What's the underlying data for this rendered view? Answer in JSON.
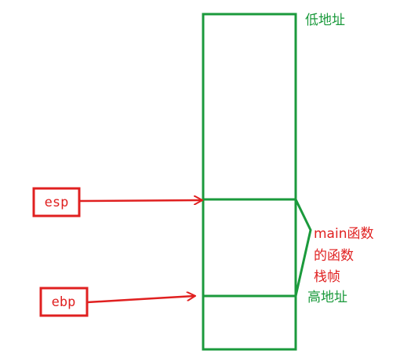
{
  "stack": {
    "low_address_label": "低地址",
    "high_address_label": "高地址"
  },
  "registers": {
    "esp_label": "esp",
    "ebp_label": "ebp"
  },
  "frame_annotation": {
    "line1": "main函数",
    "line2": "的函数",
    "line3": "栈帧"
  },
  "colors": {
    "stack_green": "#1b9a3c",
    "pointer_red": "#e02020"
  }
}
